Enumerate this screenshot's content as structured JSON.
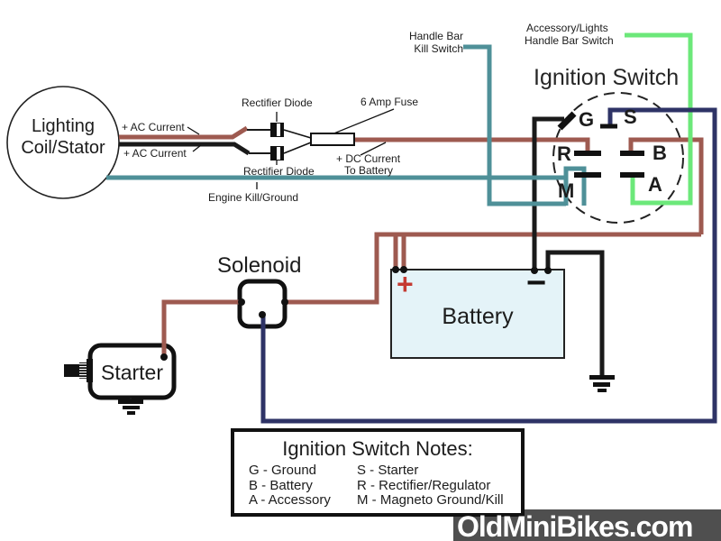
{
  "diagram": {
    "stator": {
      "line1": "Lighting",
      "line2": "Coil/Stator"
    },
    "wire_labels": {
      "ac_top": "+ AC Current",
      "ac_bottom": "+ AC Current",
      "rectifier_top": "Rectifier Diode",
      "rectifier_bottom": "Rectifier Diode",
      "fuse": "6 Amp Fuse",
      "dc_line1": "+ DC Current",
      "dc_line2": "To Battery",
      "engine_kill": "Engine Kill/Ground",
      "kill_switch_line1": "Handle Bar",
      "kill_switch_line2": "Kill Switch",
      "accessory_line1": "Accessory/Lights",
      "accessory_line2": "Handle Bar Switch"
    },
    "ignition_switch": {
      "title": "Ignition Switch",
      "terminals": [
        "G",
        "S",
        "R",
        "B",
        "M",
        "A"
      ]
    },
    "components": {
      "solenoid": "Solenoid",
      "battery": "Battery",
      "battery_plus": "+",
      "battery_minus": "−",
      "starter": "Starter"
    },
    "notes": {
      "title": "Ignition Switch Notes:",
      "left": [
        "G - Ground",
        "B - Battery",
        "A - Accessory"
      ],
      "right": [
        "S - Starter",
        "R - Rectifier/Regulator",
        "M - Magneto Ground/Kill"
      ]
    },
    "watermark": "OldMiniBikes.com",
    "colors": {
      "wire_dc_battery": "#9e5a50",
      "wire_ground_black": "#1a1a1a",
      "wire_kill_teal": "#4f9098",
      "wire_accessory_green": "#6ce87a",
      "wire_starter_navy": "#2e3366",
      "battery_fill": "#e4f3f8",
      "battery_plus_red": "#c43a32",
      "watermark_bg": "#4f4f4f"
    }
  }
}
